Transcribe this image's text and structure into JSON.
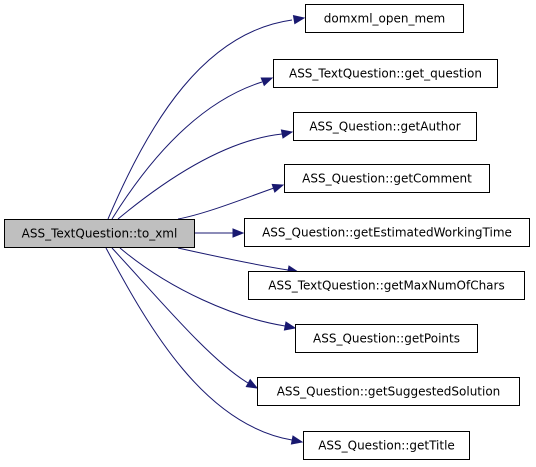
{
  "diagram": {
    "root": {
      "label": "ASS_TextQuestion::to_xml",
      "fill": "#bfbfbf"
    },
    "callees": [
      {
        "label": "domxml_open_mem"
      },
      {
        "label": "ASS_TextQuestion::get_question"
      },
      {
        "label": "ASS_Question::getAuthor"
      },
      {
        "label": "ASS_Question::getComment"
      },
      {
        "label": "ASS_Question::getEstimatedWorkingTime"
      },
      {
        "label": "ASS_TextQuestion::getMaxNumOfChars"
      },
      {
        "label": "ASS_Question::getPoints"
      },
      {
        "label": "ASS_Question::getSuggestedSolution"
      },
      {
        "label": "ASS_Question::getTitle"
      }
    ],
    "edge_color": "#191970"
  }
}
